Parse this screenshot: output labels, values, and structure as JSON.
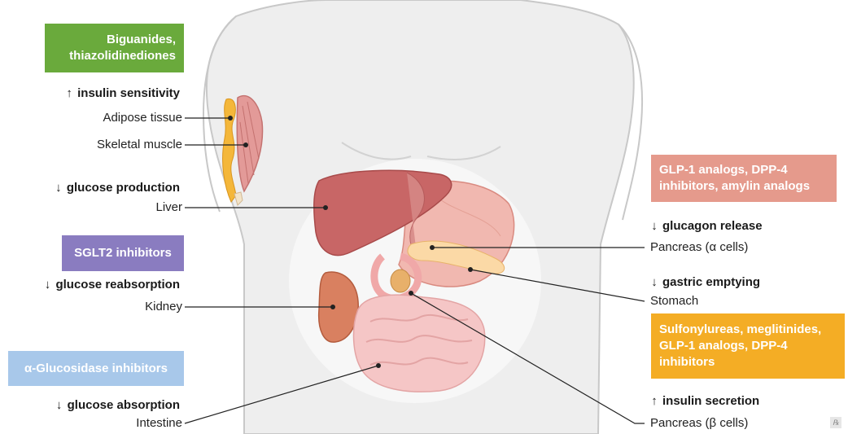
{
  "drug_classes": {
    "biguanides": {
      "label": "Biguanides,\nthiazolidinediones",
      "color": "#6aaa3c"
    },
    "sglt2": {
      "label": "SGLT2 inhibitors",
      "color": "#8a7cc0"
    },
    "alpha_glucosidase": {
      "label": "α-Glucosidase inhibitors",
      "color": "#a8c8ea"
    },
    "glp1": {
      "label": "GLP-1 analogs, DPP-4\ninhibitors, amylin analogs",
      "color": "#e59a8c"
    },
    "sulfonylureas": {
      "label": "Sulfonylureas,  meglitinides,\nGLP-1 analogs, DPP-4\ninhibitors",
      "color": "#f4ad25"
    }
  },
  "effects": {
    "insulin_sensitivity": {
      "arrow": "↑",
      "text": "insulin sensitivity"
    },
    "glucose_production": {
      "arrow": "↓",
      "text": "glucose production"
    },
    "glucose_reabsorption": {
      "arrow": "↓",
      "text": "glucose reabsorption"
    },
    "glucose_absorption": {
      "arrow": "↓",
      "text": "glucose absorption"
    },
    "glucagon_release": {
      "arrow": "↓",
      "text": "glucagon release"
    },
    "gastric_emptying": {
      "arrow": "↓",
      "text": "gastric emptying"
    },
    "insulin_secretion": {
      "arrow": "↑",
      "text": "insulin secretion"
    }
  },
  "organs": {
    "adipose": "Adipose tissue",
    "muscle": "Skeletal muscle",
    "liver": "Liver",
    "kidney": "Kidney",
    "intestine": "Intestine",
    "pancreas_alpha": "Pancreas (α cells)",
    "stomach": "Stomach",
    "pancreas_beta": "Pancreas (β cells)"
  },
  "watermark": "℞"
}
